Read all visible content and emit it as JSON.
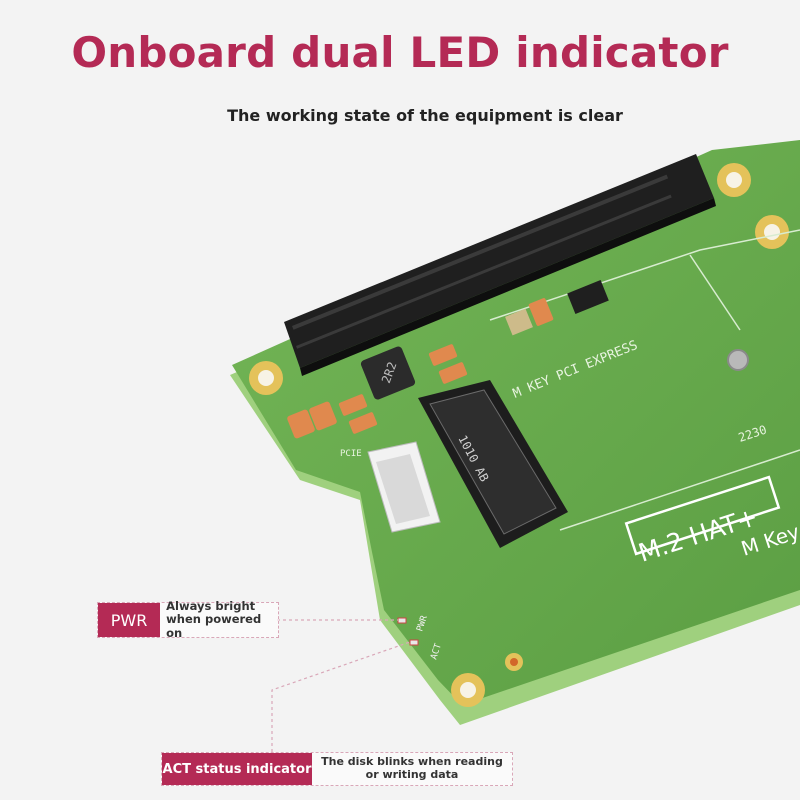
{
  "header": {
    "title": "Onboard dual LED indicator",
    "subtitle": "The working state of the equipment is clear"
  },
  "board": {
    "silkscreen_slot": "M KEY PCI EXPRESS",
    "silkscreen_size": "2230",
    "silkscreen_inductor": "2R2",
    "silkscreen_pcie": "PCIE",
    "chip_label": "1010 AB",
    "brand_label": "M.2 HAT+",
    "brand_sub": "M Key",
    "led_pwr": "PWR",
    "led_act": "ACT"
  },
  "callouts": {
    "pwr": {
      "tag": "PWR",
      "line1": "Always bright",
      "line2": "when powered on"
    },
    "act": {
      "tag": "ACT status indicator",
      "line1": "The disk blinks when reading",
      "line2": "or writing data"
    }
  },
  "colors": {
    "accent": "#b42a55",
    "pcb": "#63a84a",
    "header_pins": "#1f1f1f"
  }
}
